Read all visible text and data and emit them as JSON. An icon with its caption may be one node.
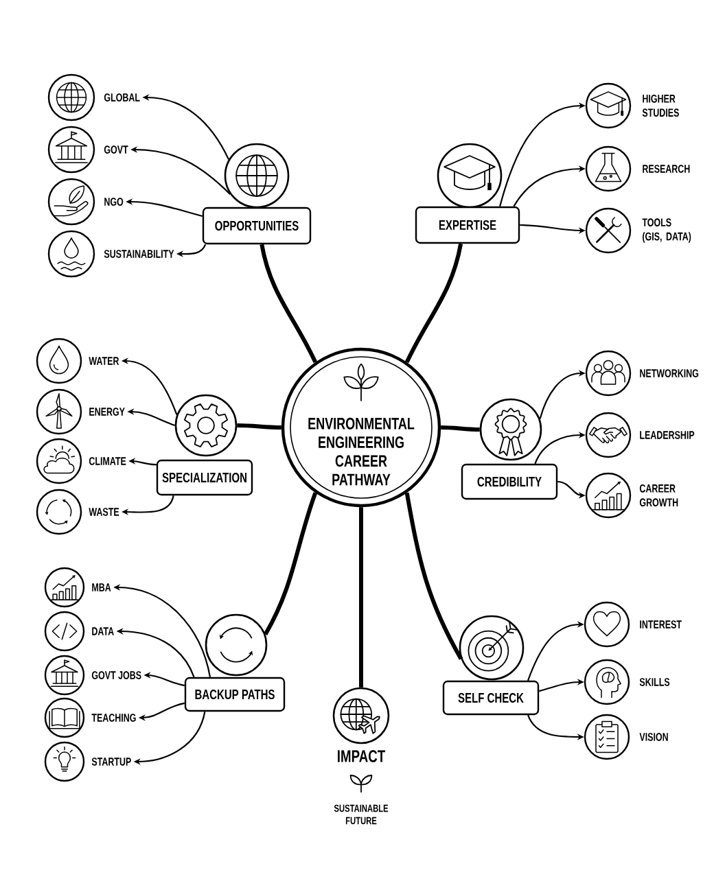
{
  "diagram": {
    "nodes": [
      {
        "text": [
          "ENVIRONMENTAL ENGINEERING CAREER PATHWAY"
        ]
      },
      {
        "text": [],
        "shape": "circle"
      },
      {
        "text": [
          "OPPORTUNITIES"
        ]
      },
      {
        "text": [
          "GLOBAL"
        ]
      },
      {
        "text": [
          "GOVT"
        ]
      },
      {
        "text": [
          "NGO"
        ]
      },
      {
        "text": [
          "SUSTAINABILITY"
        ]
      },
      {
        "text": [],
        "shape": "circle"
      },
      {
        "text": [
          "EXPERTISE"
        ]
      },
      {
        "text": [
          "HIGHER STUDIES"
        ]
      },
      {
        "text": [
          "RESEARCH"
        ]
      },
      {
        "text": [
          "TOOLS (GIS, DATA)"
        ]
      },
      {
        "text": [],
        "shape": "circle"
      },
      {
        "text": [
          "SPECIALIZATION"
        ]
      },
      {
        "text": [
          "WATER"
        ]
      },
      {
        "text": [
          "ENERGY"
        ]
      },
      {
        "text": [
          "CLIMATE"
        ]
      },
      {
        "text": [
          "WASTE"
        ]
      },
      {
        "text": [],
        "shape": "circle"
      },
      {
        "text": [
          "CREDIBILITY"
        ]
      },
      {
        "text": [
          "NETWORKING"
        ]
      },
      {
        "text": [
          "LEADERSHIP"
        ]
      },
      {
        "text": [
          "CAREER GROWTH"
        ]
      },
      {
        "text": [],
        "shape": "circle"
      },
      {
        "text": [
          "BACKUP PATHS"
        ]
      },
      {
        "text": [
          "MBA"
        ]
      },
      {
        "text": [
          "DATA"
        ]
      },
      {
        "text": [
          "GOVT JOBS"
        ]
      },
      {
        "text": [
          "TEACHING"
        ]
      },
      {
        "text": [
          "STARTUP"
        ]
      },
      {
        "text": [],
        "shape": "circle"
      },
      {
        "text": [
          "SELF CHECK"
        ]
      },
      {
        "text": [
          "INTEREST"
        ]
      },
      {
        "text": [
          "SKILLS"
        ]
      },
      {
        "text": [
          "VISION"
        ]
      },
      {
        "text": [
          "IMPACT"
        ]
      }
    ],
    "edges": [
      {
        "from": 0,
        "to": 2,
        "arrow": "none",
        "style": "thick"
      },
      {
        "from": 0,
        "to": 8,
        "arrow": "none",
        "style": "thick"
      },
      {
        "from": 0,
        "to": 12,
        "arrow": "none",
        "style": "thick"
      },
      {
        "from": 0,
        "to": 18,
        "arrow": "none",
        "style": "thick"
      },
      {
        "from": 0,
        "to": 23,
        "arrow": "none",
        "style": "thick"
      },
      {
        "from": 0,
        "to": 30,
        "arrow": "none",
        "style": "thick"
      },
      {
        "from": 0,
        "to": 35,
        "arrow": "none",
        "style": "thick"
      },
      {
        "from": 1,
        "to": 3,
        "arrow": "to"
      },
      {
        "from": 1,
        "to": 4,
        "arrow": "to"
      },
      {
        "from": 2,
        "to": 5,
        "arrow": "to"
      },
      {
        "from": 2,
        "to": 6,
        "arrow": "to"
      },
      {
        "from": 8,
        "to": 9,
        "arrow": "to"
      },
      {
        "from": 8,
        "to": 10,
        "arrow": "to"
      },
      {
        "from": 8,
        "to": 11,
        "arrow": "to"
      },
      {
        "from": 12,
        "to": 14,
        "arrow": "to"
      },
      {
        "from": 12,
        "to": 15,
        "arrow": "to"
      },
      {
        "from": 13,
        "to": 16,
        "arrow": "to"
      },
      {
        "from": 13,
        "to": 17,
        "arrow": "to"
      },
      {
        "from": 18,
        "to": 20,
        "arrow": "to"
      },
      {
        "from": 19,
        "to": 21,
        "arrow": "to"
      },
      {
        "from": 19,
        "to": 22,
        "arrow": "to"
      },
      {
        "from": 24,
        "to": 25,
        "arrow": "to"
      },
      {
        "from": 24,
        "to": 26,
        "arrow": "to"
      },
      {
        "from": 24,
        "to": 27,
        "arrow": "to"
      },
      {
        "from": 24,
        "to": 28,
        "arrow": "to"
      },
      {
        "from": 24,
        "to": 29,
        "arrow": "to"
      },
      {
        "from": 31,
        "to": 32,
        "arrow": "to"
      },
      {
        "from": 31,
        "to": 33,
        "arrow": "to"
      },
      {
        "from": 31,
        "to": 34,
        "arrow": "to"
      }
    ],
    "labels": [
      "SUSTAINABLE FUTURE"
    ]
  }
}
